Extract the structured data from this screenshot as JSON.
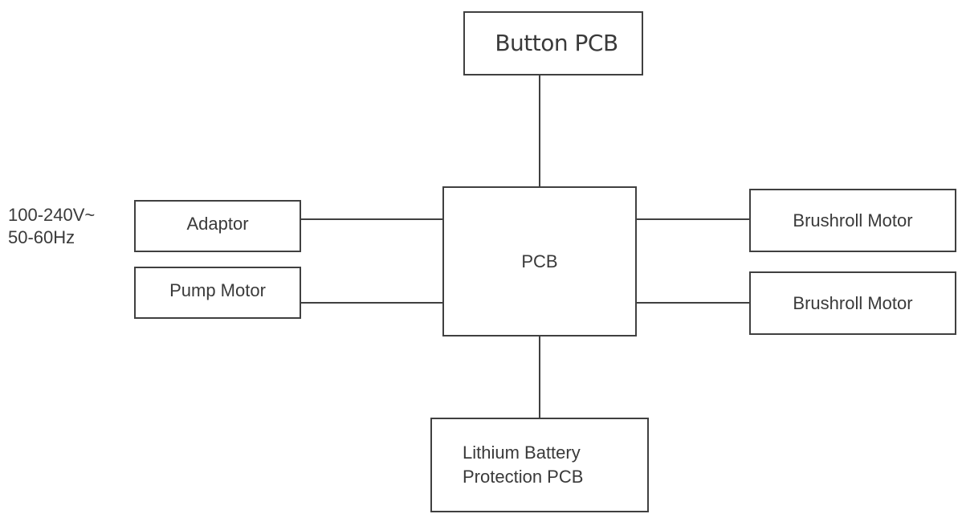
{
  "diagram": {
    "nodes": {
      "button_pcb": "Button PCB",
      "pcb": "PCB",
      "adaptor": "Adaptor",
      "pump_motor": "Pump Motor",
      "brushroll_motor_1": "Brushroll Motor",
      "brushroll_motor_2": "Brushroll Motor",
      "battery_pcb_line1": "Lithium Battery",
      "battery_pcb_line2": "Protection PCB"
    },
    "power_input": {
      "line1": "100-240V~",
      "line2": "50-60Hz"
    },
    "connections": [
      [
        "pcb",
        "button_pcb"
      ],
      [
        "pcb",
        "adaptor"
      ],
      [
        "pcb",
        "pump_motor"
      ],
      [
        "pcb",
        "brushroll_motor_1"
      ],
      [
        "pcb",
        "brushroll_motor_2"
      ],
      [
        "pcb",
        "battery_pcb"
      ]
    ],
    "colors": {
      "line": "#404040",
      "text": "#3a3a3a",
      "background": "#ffffff"
    }
  }
}
